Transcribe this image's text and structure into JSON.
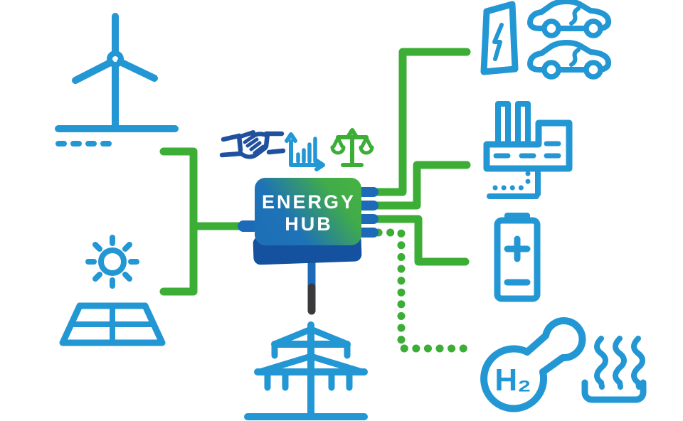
{
  "diagram": {
    "hub": {
      "title_line1": "ENERGY",
      "title_line2": "HUB"
    },
    "hydrogen_label": "H₂",
    "nodes": {
      "left": [
        {
          "id": "wind-turbine"
        },
        {
          "id": "solar-panel"
        }
      ],
      "top": [
        {
          "id": "handshake"
        },
        {
          "id": "bar-chart"
        },
        {
          "id": "scales"
        }
      ],
      "right": [
        {
          "id": "ev-charging-station"
        },
        {
          "id": "electric-cars"
        },
        {
          "id": "factory"
        },
        {
          "id": "battery"
        },
        {
          "id": "hydrogen"
        },
        {
          "id": "heat"
        }
      ],
      "bottom": [
        {
          "id": "transmission-tower"
        }
      ]
    },
    "connections": [
      {
        "from": "wind-turbine",
        "to": "energy-hub",
        "style": "solid-green"
      },
      {
        "from": "solar-panel",
        "to": "energy-hub",
        "style": "solid-green"
      },
      {
        "from": "energy-hub",
        "to": "ev-charging",
        "style": "solid-green"
      },
      {
        "from": "energy-hub",
        "to": "factory",
        "style": "solid-green"
      },
      {
        "from": "energy-hub",
        "to": "battery",
        "style": "solid-green"
      },
      {
        "from": "energy-hub",
        "to": "hydrogen",
        "style": "dotted-green"
      },
      {
        "from": "energy-hub",
        "to": "transmission-tower",
        "style": "solid-dark"
      }
    ],
    "colors": {
      "icon_blue": "#2397D4",
      "connector_green": "#3CAE36",
      "navy_blue": "#21519E",
      "hub_gradient_start": "#1E70B6",
      "hub_gradient_end": "#41AC49",
      "hub_base_blue": "#14519F",
      "stub_blue": "#1D6BB8",
      "line_dark": "#3A3A3C",
      "text_white": "#FFFFFF"
    }
  }
}
